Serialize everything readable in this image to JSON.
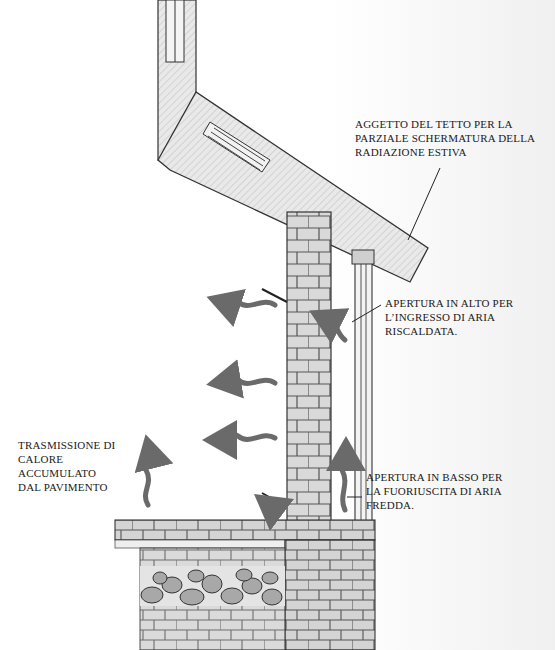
{
  "diagram": {
    "labels": [
      "AGGETTO DEL TETTO PER LA PARZIALE SCHERMATURA DELLA RADIAZIONE ESTIVA",
      "APERTURA IN ALTO PER L’INGRESSO DI ARIA RISCALDATA.",
      "APERTURA IN BASSO PER LA FUORIUSCITA DI ARIA FREDDA.",
      "TRASMISSIONE DI CALORE ACCUMULATO DAL PAVIMENTO"
    ]
  }
}
